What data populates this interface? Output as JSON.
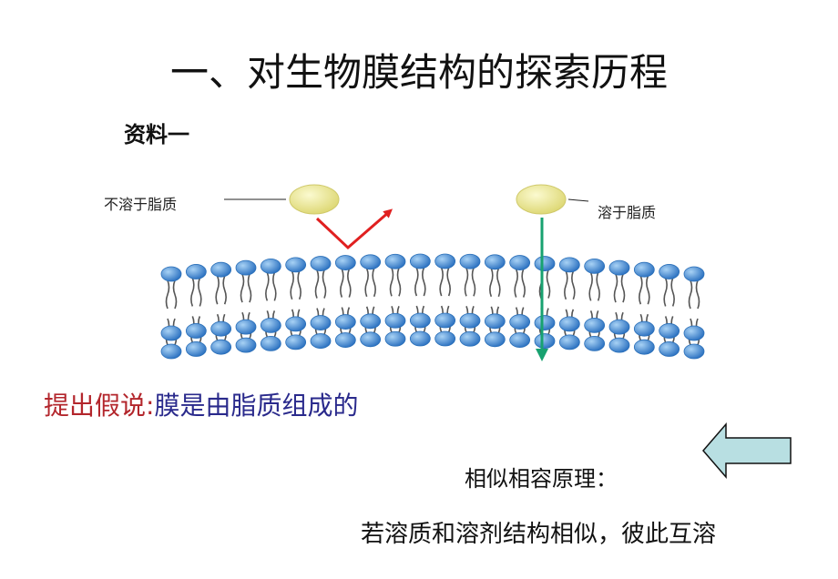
{
  "slide": {
    "title": "一、对生物膜结构的探索历程",
    "subtitle": "资料一"
  },
  "diagram": {
    "label_insoluble": "不溶于脂质",
    "label_soluble": "溶于脂质",
    "colors": {
      "particle": "#ece98c",
      "head": "#3a88d6",
      "reflect_arrow": "#e02020",
      "pass_arrow": "#18a270"
    }
  },
  "hypothesis": {
    "prefix": "提出假说:",
    "body": "膜是由脂质组成的"
  },
  "principle": {
    "title": "相似相容原理：",
    "text": "若溶质和溶剂结构相似，彼此互溶"
  },
  "nav": {
    "arrow_fill": "#b8dfe2"
  }
}
